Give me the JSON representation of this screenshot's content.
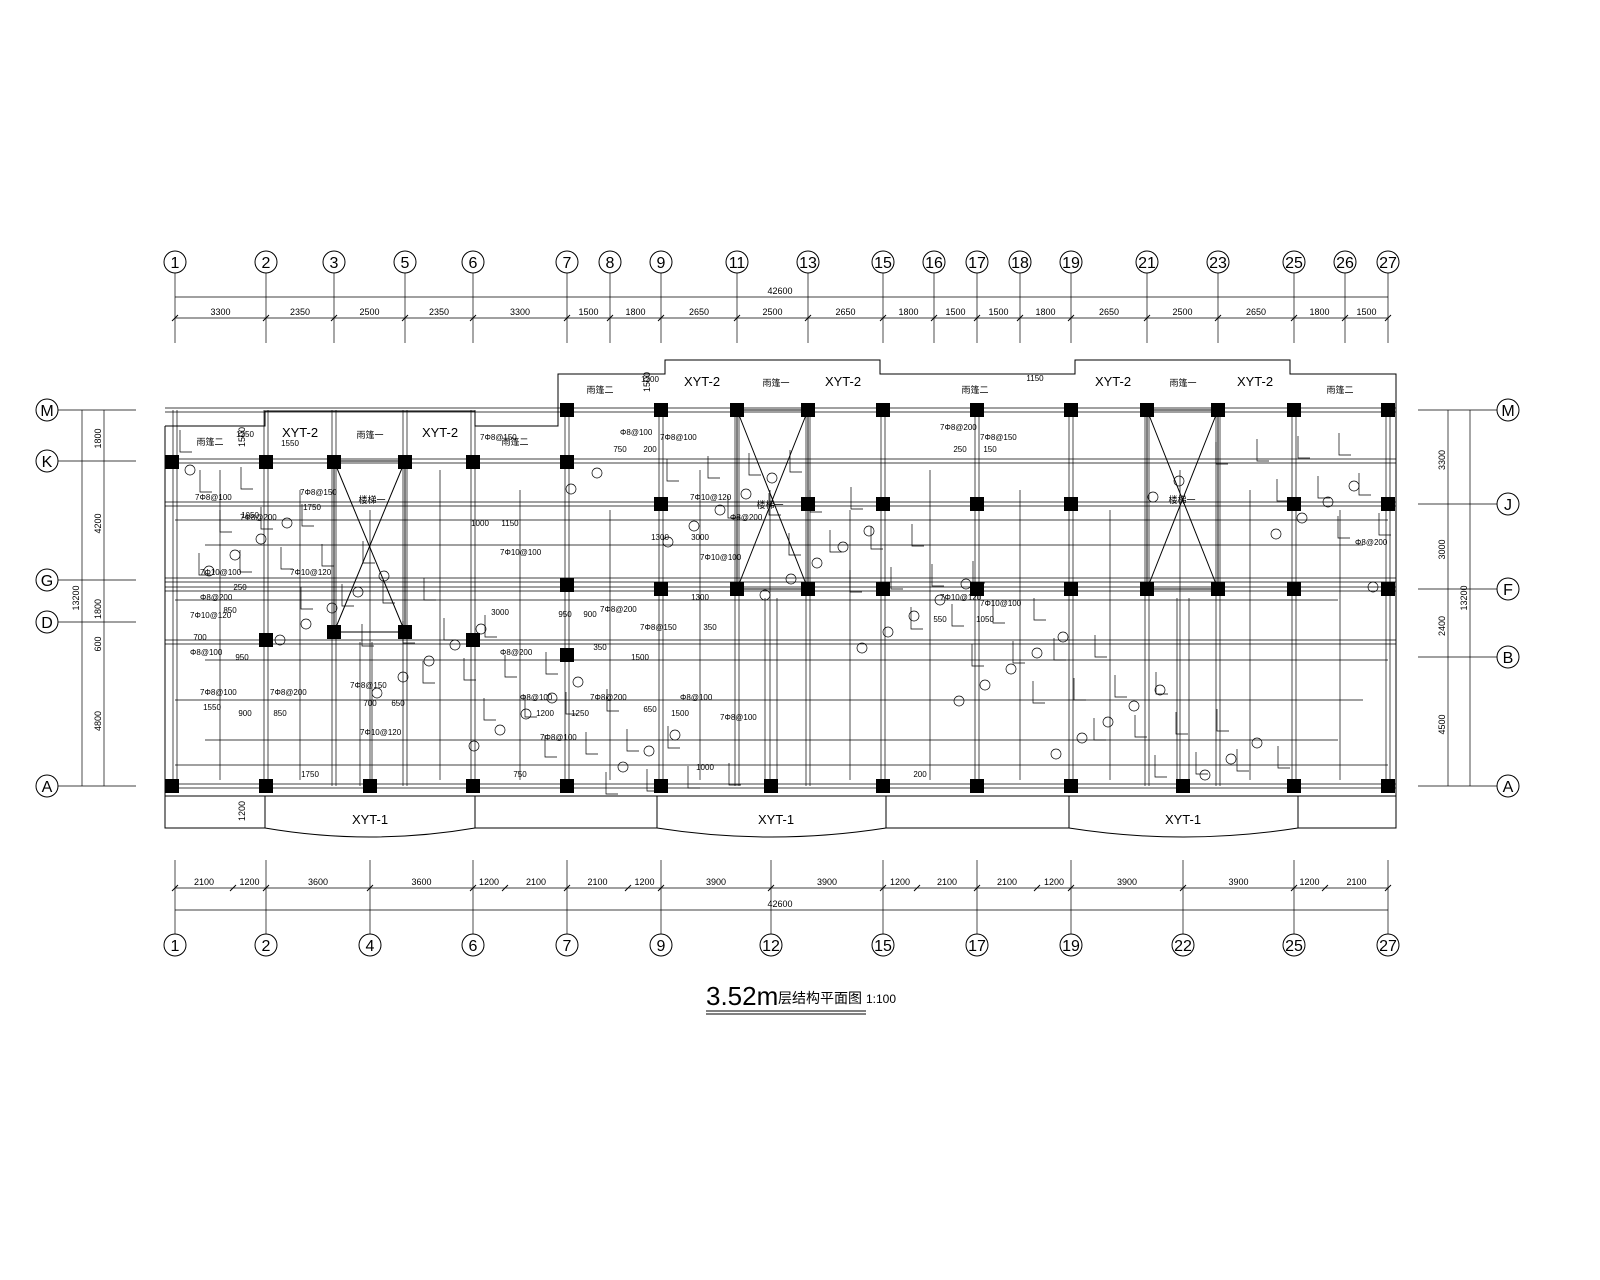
{
  "title": {
    "main": "3.52m",
    "suffix": "层结构平面图",
    "scale": "1:100"
  },
  "grid_top": [
    "1",
    "2",
    "3",
    "5",
    "6",
    "7",
    "8",
    "9",
    "11",
    "13",
    "15",
    "16",
    "17",
    "18",
    "19",
    "21",
    "23",
    "25",
    "26",
    "27"
  ],
  "grid_bottom": [
    "1",
    "2",
    "4",
    "6",
    "7",
    "9",
    "12",
    "15",
    "17",
    "19",
    "22",
    "25",
    "27"
  ],
  "grid_left": [
    "M",
    "K",
    "G",
    "D",
    "A"
  ],
  "grid_right": [
    "M",
    "J",
    "F",
    "B",
    "A"
  ],
  "dims_top": [
    "3300",
    "2350",
    "2500",
    "2350",
    "3300",
    "1500",
    "1800",
    "2650",
    "2500",
    "2650",
    "1800",
    "1500",
    "1500",
    "1800",
    "2650",
    "2500",
    "2650",
    "1800",
    "1500"
  ],
  "dims_top_total": "42600",
  "dims_bottom": [
    "2100",
    "1200",
    "3600",
    "3600",
    "1200",
    "2100",
    "2100",
    "1200",
    "3900",
    "3900",
    "1200",
    "2100",
    "2100",
    "1200",
    "3900",
    "3900",
    "1200",
    "2100"
  ],
  "dims_bottom_total": "42600",
  "dims_left": [
    "1800",
    "4200",
    "1800",
    "600",
    "4800"
  ],
  "dims_left_total": "13200",
  "dims_right": [
    "3300",
    "3000",
    "2400",
    "4500"
  ],
  "dims_right_total": "13200",
  "labels": {
    "xyt1": "XYT-1",
    "xyt2": "XYT-2",
    "canopy1": "雨篷一",
    "canopy2": "雨篷二",
    "stair": "楼梯一",
    "projection": "1500",
    "balcony": "1200"
  },
  "rebar_notes": [
    "7Φ8@100",
    "7Φ8@200",
    "7Φ8@150",
    "7Φ10@120",
    "7Φ10@100",
    "Φ8@200",
    "Φ8@100"
  ],
  "span_marks": [
    "1050",
    "950",
    "900",
    "850",
    "700",
    "650",
    "1000",
    "1150",
    "1200",
    "1250",
    "1550",
    "1750",
    "750",
    "200",
    "1300",
    "3000",
    "350",
    "1500",
    "250",
    "150",
    "550"
  ]
}
